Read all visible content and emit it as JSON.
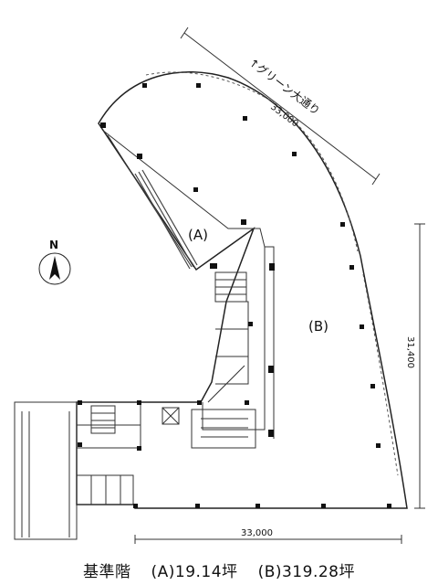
{
  "street_label": "↑グリーン大通り",
  "dimensions": {
    "top": "33,000",
    "bottom": "33,000",
    "right": "31,400"
  },
  "north_label": "N",
  "areas": {
    "a_label": "(A)",
    "b_label": "(B)"
  },
  "caption": {
    "floor": "基準階",
    "a_area": "(A)19.14坪",
    "b_area": "(B)319.28坪"
  }
}
